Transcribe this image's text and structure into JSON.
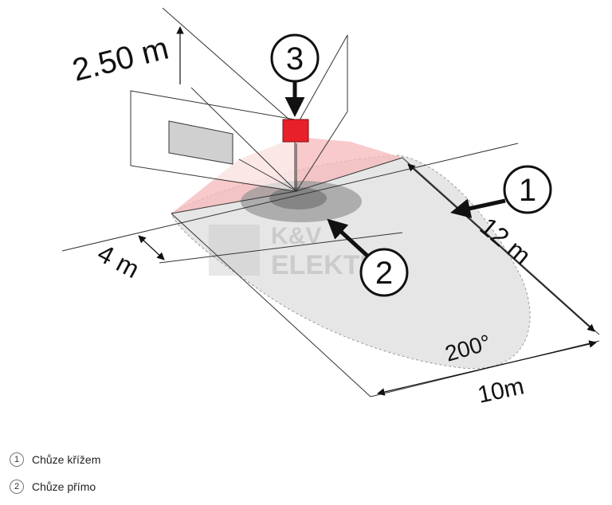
{
  "diagram": {
    "height_label": "2.50 m",
    "width_near_label": "4 m",
    "depth_label": "12 m",
    "width_far_label": "10m",
    "angle_label": "200°",
    "callouts": [
      "1",
      "2",
      "3"
    ],
    "watermark_lines": [
      "K&V",
      "ELEKTRO"
    ],
    "colors": {
      "sensor": "#e8202a",
      "fan": "#f5b8ba",
      "zone": "#e6e6e6",
      "inner_zone": "#9a9a9a"
    }
  },
  "legend": {
    "items": [
      {
        "marker": "1",
        "label": "Chůze křížem"
      },
      {
        "marker": "2",
        "label": "Chůze přímo"
      }
    ]
  }
}
